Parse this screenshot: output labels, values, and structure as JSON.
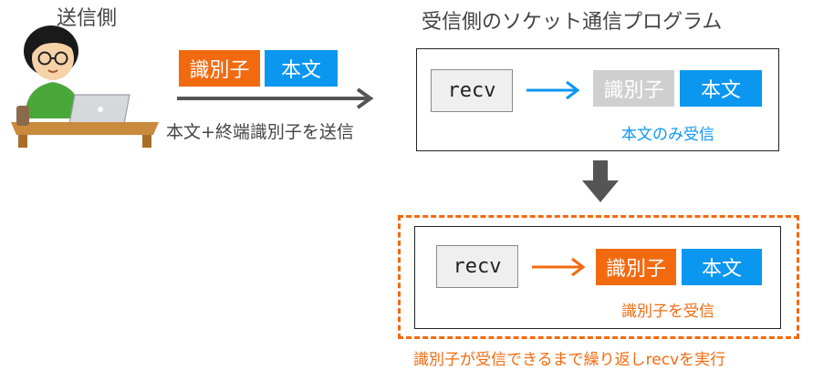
{
  "sender": {
    "label": "送信側",
    "icon": "person-at-laptop-icon"
  },
  "message": {
    "identifier_label": "識別子",
    "body_label": "本文",
    "send_caption": "本文+終端識別子を送信"
  },
  "receiver": {
    "title": "受信側のソケット通信プログラム",
    "step1": {
      "recv_label": "recv",
      "identifier_label": "識別子",
      "body_label": "本文",
      "caption": "本文のみ受信"
    },
    "step2": {
      "recv_label": "recv",
      "identifier_label": "識別子",
      "body_label": "本文",
      "caption": "識別子を受信"
    },
    "loop_caption": "識別子が受信できるまで繰り返しrecvを実行"
  },
  "colors": {
    "orange": "#f26a10",
    "blue": "#0b97f0",
    "gray": "#cfcfcf",
    "arrow_dark": "#555555"
  }
}
